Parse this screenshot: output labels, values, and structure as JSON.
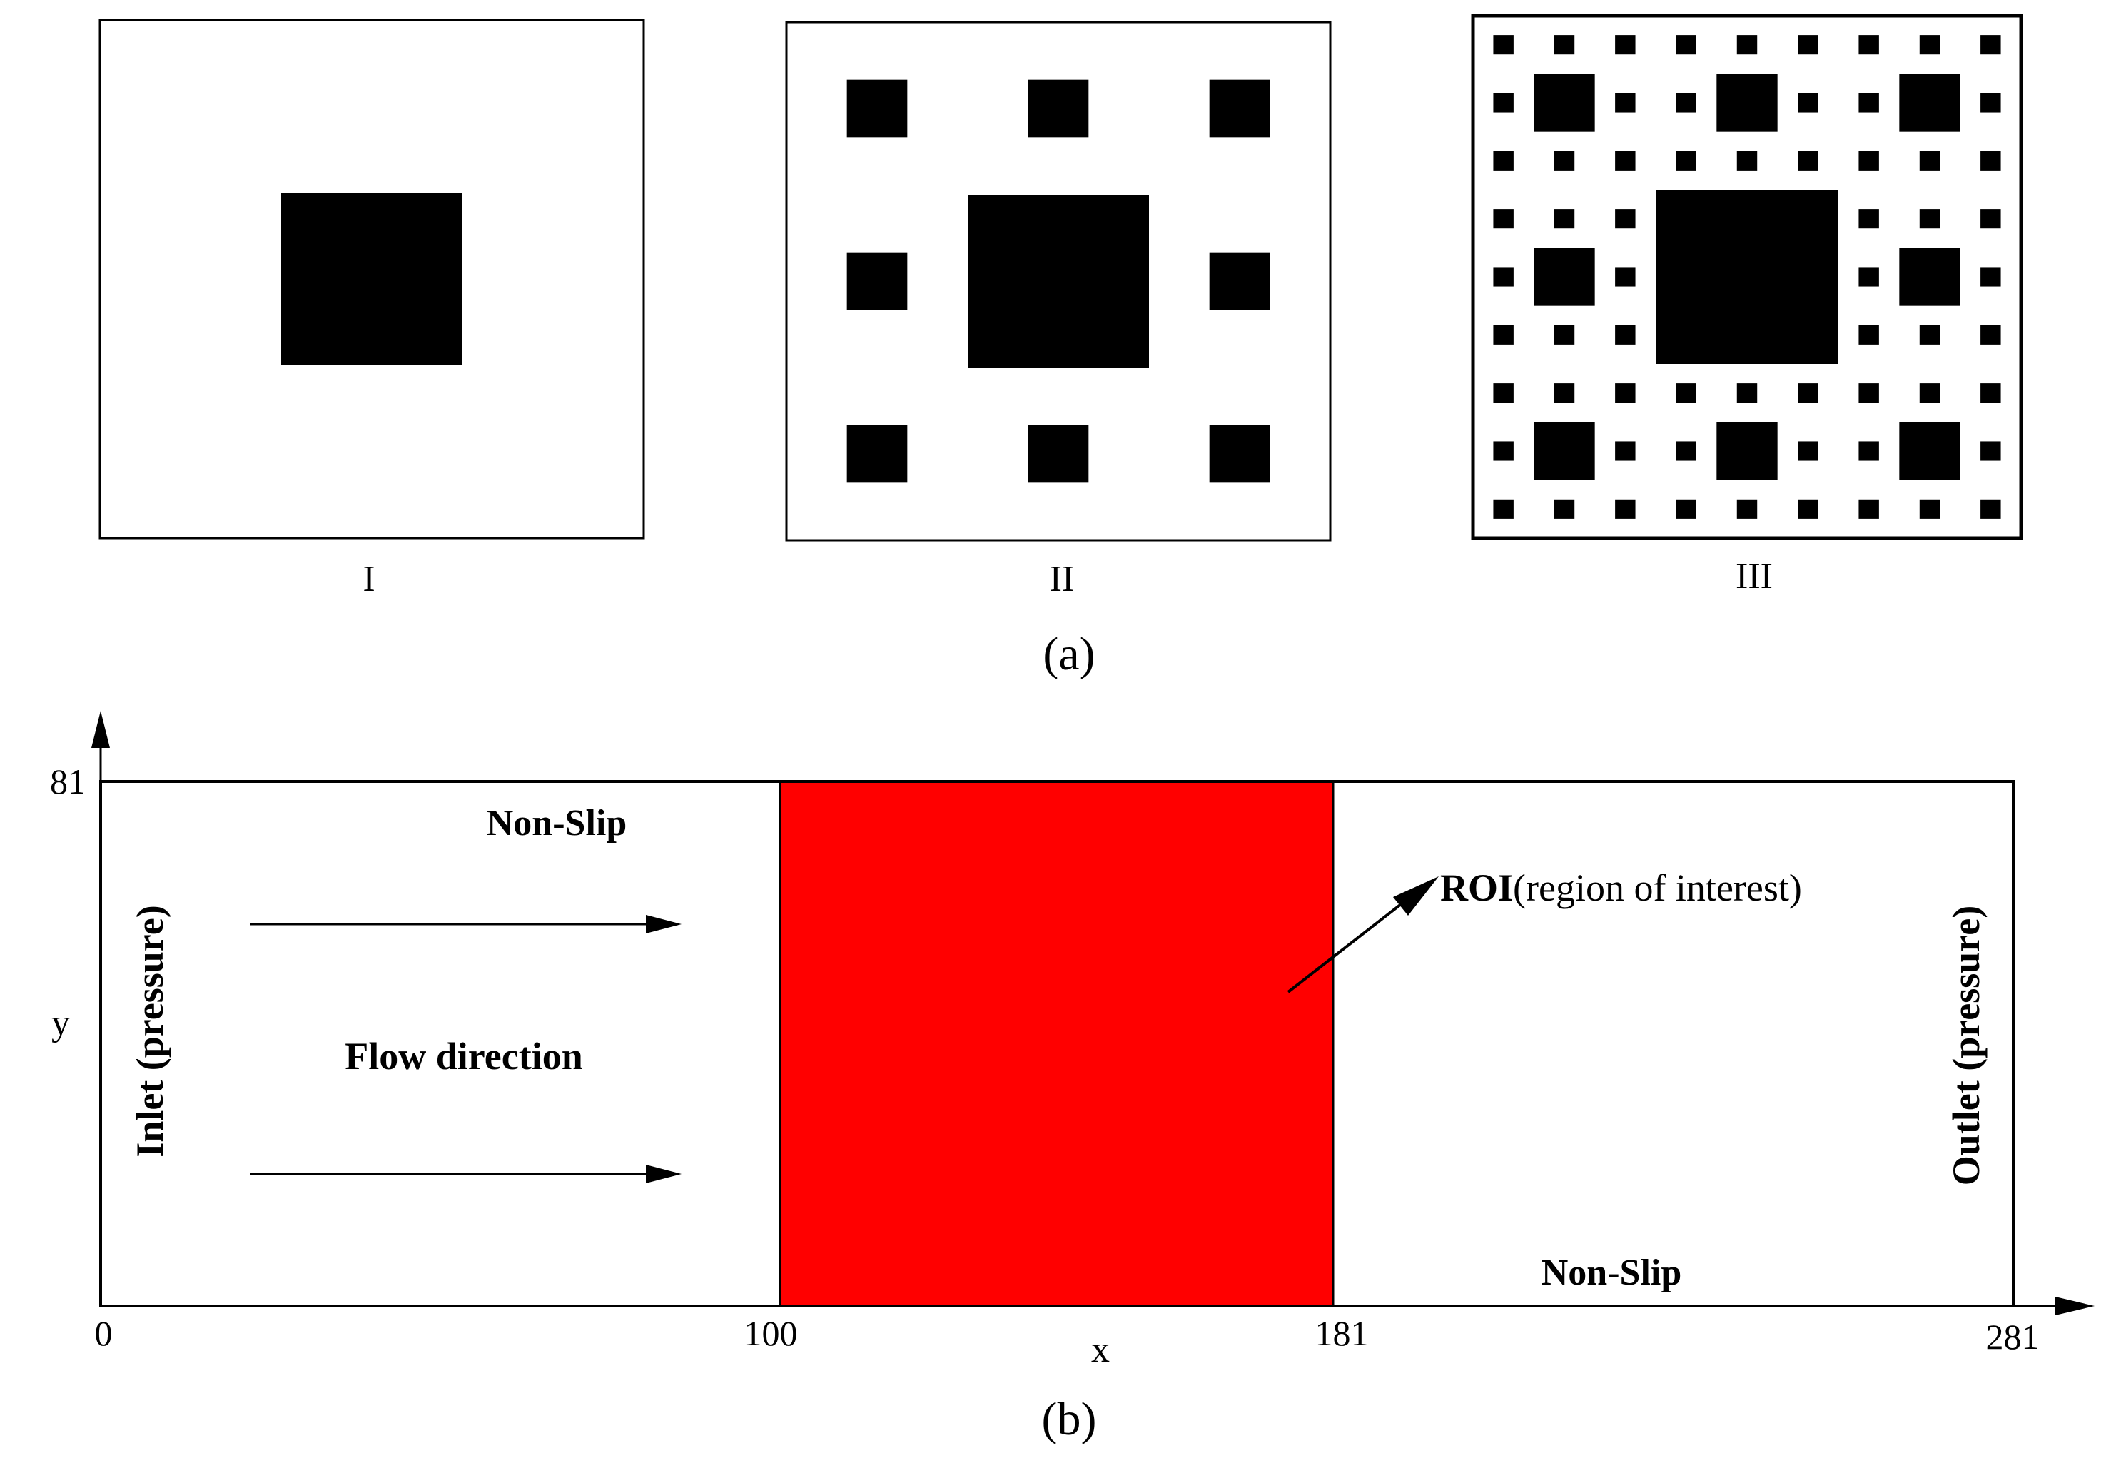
{
  "panel_a": {
    "caption": "(a)",
    "stages": [
      {
        "label": "I",
        "level": 1
      },
      {
        "label": "II",
        "level": 2
      },
      {
        "label": "III",
        "level": 3
      }
    ]
  },
  "panel_b": {
    "caption": "(b)",
    "axis": {
      "x_label": "x",
      "y_label": "y",
      "x_ticks": [
        "0",
        "100",
        "181",
        "281"
      ],
      "y_ticks": [
        "81"
      ]
    },
    "domain": {
      "x_min": 0,
      "x_max": 281,
      "y_min": 0,
      "y_max": 81
    },
    "roi": {
      "x_start": 100,
      "x_end": 181,
      "color": "#ff0000"
    },
    "labels": {
      "top_wall": "Non-Slip",
      "bottom_wall": "Non-Slip",
      "inlet": "Inlet (pressure)",
      "outlet": "Outlet (pressure)",
      "flow": "Flow direction",
      "roi_bold": "ROI",
      "roi_rest": "(region of interest)"
    }
  }
}
